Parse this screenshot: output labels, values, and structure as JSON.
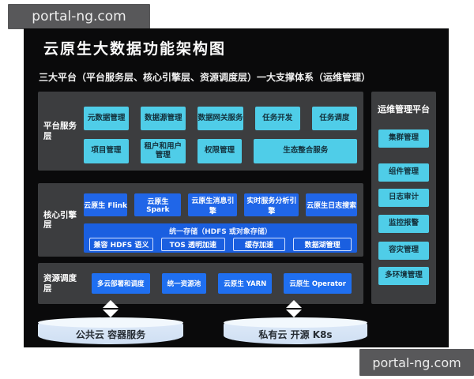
{
  "watermark": {
    "top": "portal-ng.com",
    "bottom": "portal-ng.com"
  },
  "header": {
    "title": "云原生大数据功能架构图",
    "subtitle": "三大平台（平台服务层、核心引擎层、资源调度层）一大支撑体系（运维管理）"
  },
  "platform_layer": {
    "label": "平台服务层",
    "row1": [
      "元数据管理",
      "数据源管理",
      "数据网关服务",
      "任务开发",
      "任务调度"
    ],
    "row2": [
      "项目管理",
      "租户和用户管理",
      "权限管理",
      "生态整合服务"
    ]
  },
  "engine_layer": {
    "label": "核心引擎层",
    "row1": [
      "云原生 Flink",
      "云原生 Spark",
      "云原生消息引擎",
      "实时服务分析引擎",
      "云原生日志搜索"
    ],
    "storage": {
      "title": "统一存储（HDFS 或对象存储）",
      "items": [
        "兼容 HDFS 语义",
        "TOS 透明加速",
        "缓存加速",
        "数据湖管理"
      ]
    }
  },
  "scheduling_layer": {
    "label": "资源调度层",
    "items": [
      "多云部署和调度",
      "统一资源池",
      "云原生 YARN",
      "云原生 Operator"
    ]
  },
  "ops_sidebar": {
    "title": "运维管理平台",
    "items": [
      "集群管理",
      "组件管理",
      "日志审计",
      "监控报警",
      "容灾管理",
      "多环境管理"
    ]
  },
  "clouds": {
    "left": "公共云 容器服务",
    "right": "私有云 开源 K8s"
  },
  "colors": {
    "diagram_bg": "#0a0a0b",
    "panel_dark": "#3c3d3f",
    "cyan_box": "#4fcde8",
    "blue_box": "#2066e8",
    "storage_blue": "#1a5fe0",
    "sched_blue": "#1f6ff0",
    "wm_bg": "#58585a"
  }
}
